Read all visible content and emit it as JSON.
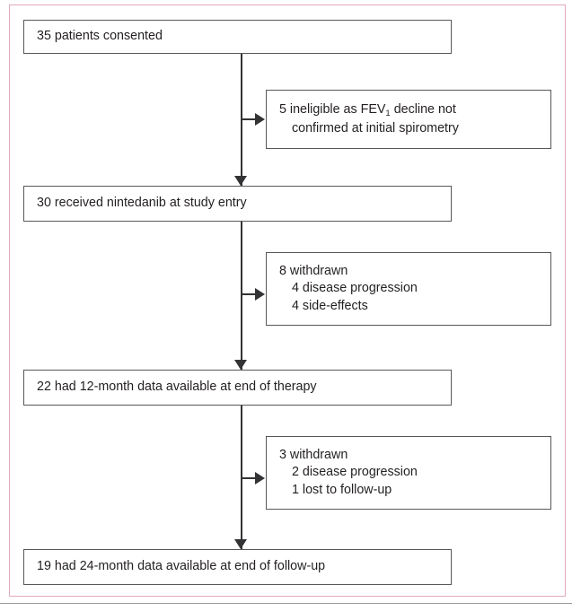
{
  "figure": {
    "type": "flow-diagram",
    "description": "CONSORT-style trial profile flow chart",
    "colors": {
      "frame": "#e0aabc",
      "box_border": "#58585a",
      "connector": "#333335",
      "text": "#231f20",
      "background": "#ffffff"
    }
  },
  "nodes": {
    "consented": {
      "id": "consented",
      "lines": [
        {
          "text": "35 patients consented",
          "indent": false
        }
      ],
      "count": 35
    },
    "ineligible": {
      "id": "ineligible",
      "lines": [
        {
          "text": "5 ineligible as FEV",
          "sub": "1",
          "after": " decline not",
          "indent": false
        },
        {
          "text": "confirmed at initial spirometry",
          "indent": true
        }
      ],
      "count": 5
    },
    "received": {
      "id": "received",
      "lines": [
        {
          "text": "30 received nintedanib at study entry",
          "indent": false
        }
      ],
      "count": 30
    },
    "withdrawn1": {
      "id": "withdrawn1",
      "lines": [
        {
          "text": "8 withdrawn",
          "indent": false
        },
        {
          "text": "4 disease progression",
          "indent": true
        },
        {
          "text": "4 side-effects",
          "indent": true
        }
      ],
      "count": 8
    },
    "month12": {
      "id": "month12",
      "lines": [
        {
          "text": "22 had 12-month data available at end of therapy",
          "indent": false
        }
      ],
      "count": 22
    },
    "withdrawn2": {
      "id": "withdrawn2",
      "lines": [
        {
          "text": "3 withdrawn",
          "indent": false
        },
        {
          "text": "2 disease progression",
          "indent": true
        },
        {
          "text": "1 lost to follow-up",
          "indent": true
        }
      ],
      "count": 3
    },
    "month24": {
      "id": "month24",
      "lines": [
        {
          "text": "19 had 24-month data available at end of follow-up",
          "indent": false
        }
      ],
      "count": 19
    }
  },
  "text": {
    "consented_l1": "35 patients consented",
    "ineligible_l1a": "5 ineligible as FEV",
    "ineligible_l1sub": "1",
    "ineligible_l1b": " decline not",
    "ineligible_l2": "confirmed at initial spirometry",
    "received_l1": "30 received nintedanib at study entry",
    "withdrawn1_l1": "8 withdrawn",
    "withdrawn1_l2": "4 disease progression",
    "withdrawn1_l3": "4 side-effects",
    "month12_l1": "22 had 12-month data available at end of therapy",
    "withdrawn2_l1": "3 withdrawn",
    "withdrawn2_l2": "2 disease progression",
    "withdrawn2_l3": "1 lost to follow-up",
    "month24_l1": "19 had 24-month data available at end of follow-up"
  }
}
